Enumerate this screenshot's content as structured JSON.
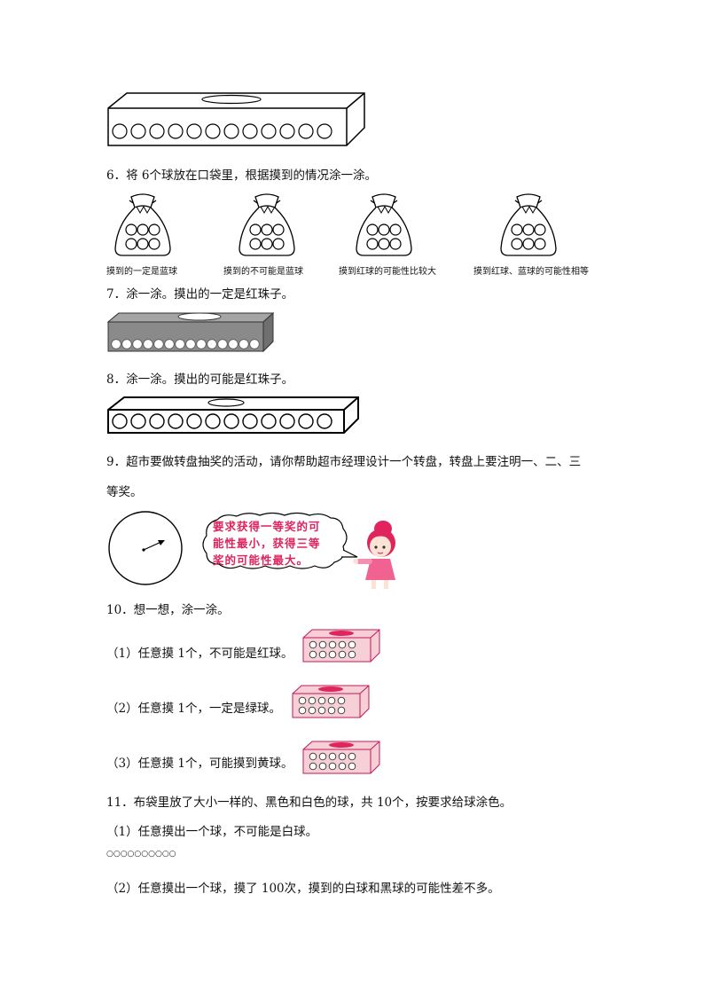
{
  "q6": {
    "text": "6．将 6个球放在口袋里，根据摸到的情况涂一涂。",
    "bag_labels": [
      "摸到的一定是蓝球",
      "摸到的不可能是蓝球",
      "摸到红球的可能性比较大",
      "摸到红球、蓝球的可能性相等"
    ]
  },
  "q7": {
    "text": "7．涂一涂。摸出的一定是红珠子。"
  },
  "q8": {
    "text": "8．涂一涂。摸出的可能是红珠子。"
  },
  "q9": {
    "line1": "9．超市要做转盘抽奖的活动，请你帮助超市经理设计一个转盘，转盘上要注明一、二、三",
    "line2": "等奖。",
    "speech": [
      "要求获得一等奖的可",
      "能性最小，获得三等",
      "奖的可能性最大。"
    ]
  },
  "q10": {
    "text": "10．想一想，涂一涂。",
    "items": [
      "（1）任意摸 1个，不可能是红球。",
      "（2）任意摸 1个，一定是绿球。",
      "（3）任意摸 1个，可能摸到黄球。"
    ]
  },
  "q11": {
    "text": "11．布袋里放了大小一样的、黑色和白色的球，共 10个，按要求给球涂色。",
    "item1": "（1）任意摸出一个球，不可能是白球。",
    "balls": "○○○○○○○○○○",
    "item2": "（2）任意摸出一个球，摸了 100次，摸到的白球和黑球的可能性差不多。"
  },
  "colors": {
    "pink_box": "#f7cfd6",
    "pink_stroke": "#c2185b",
    "red_hole": "#e0245e",
    "gray_box": "#8a8a8a"
  }
}
